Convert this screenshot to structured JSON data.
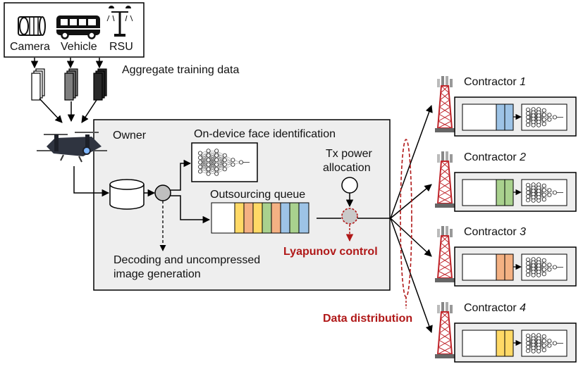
{
  "sources": {
    "camera": "Camera",
    "vehicle": "Vehicle",
    "rsu": "RSU"
  },
  "aggregate_label": "Aggregate training data",
  "owner_label": "Owner",
  "face_id_label": "On-device face identification",
  "tx_power_label_line1": "Tx power",
  "tx_power_label_line2": "allocation",
  "queue_label": "Outsourcing queue",
  "decode_label_line1": "Decoding and uncompressed",
  "decode_label_line2": "image generation",
  "lyapunov_label": "Lyapunov control",
  "data_distribution_label": "Data distribution",
  "contractors": [
    {
      "name": "Contractor ",
      "number": "1",
      "color": "#9dc3e6"
    },
    {
      "name": "Contractor ",
      "number": "2",
      "color": "#a9d18e"
    },
    {
      "name": "Contractor ",
      "number": "3",
      "color": "#f4b183"
    },
    {
      "name": "Contractor ",
      "number": "4",
      "color": "#ffd966"
    }
  ],
  "queue_colors": [
    "#ffffff",
    "#ffd966",
    "#f4b183",
    "#ffd966",
    "#a9d18e",
    "#f4b183",
    "#9dc3e6",
    "#a9d18e",
    "#9dc3e6"
  ],
  "colors": {
    "accent_red": "#b01818",
    "panel_fill": "#eeeeee",
    "node_gray": "#bfbfbf"
  }
}
